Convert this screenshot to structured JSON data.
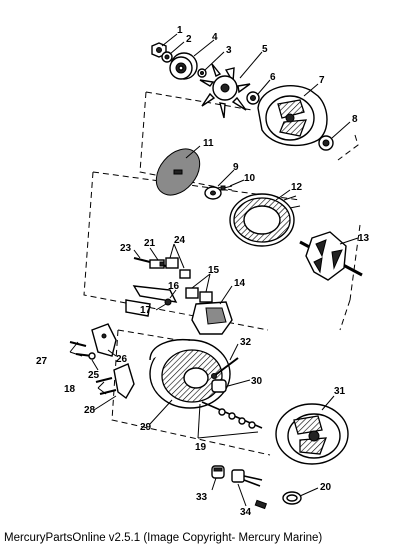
{
  "footer": {
    "text": "MercuryPartsOnline v2.5.1 (Image Copyright- Mercury Marine)"
  },
  "callouts": [
    "1",
    "2",
    "3",
    "4",
    "5",
    "6",
    "7",
    "8",
    "9",
    "10",
    "11",
    "12",
    "13",
    "14",
    "15",
    "16",
    "17",
    "18",
    "19",
    "20",
    "21",
    "23",
    "24",
    "25",
    "26",
    "27",
    "28",
    "29",
    "30",
    "31",
    "32",
    "33",
    "34"
  ]
}
